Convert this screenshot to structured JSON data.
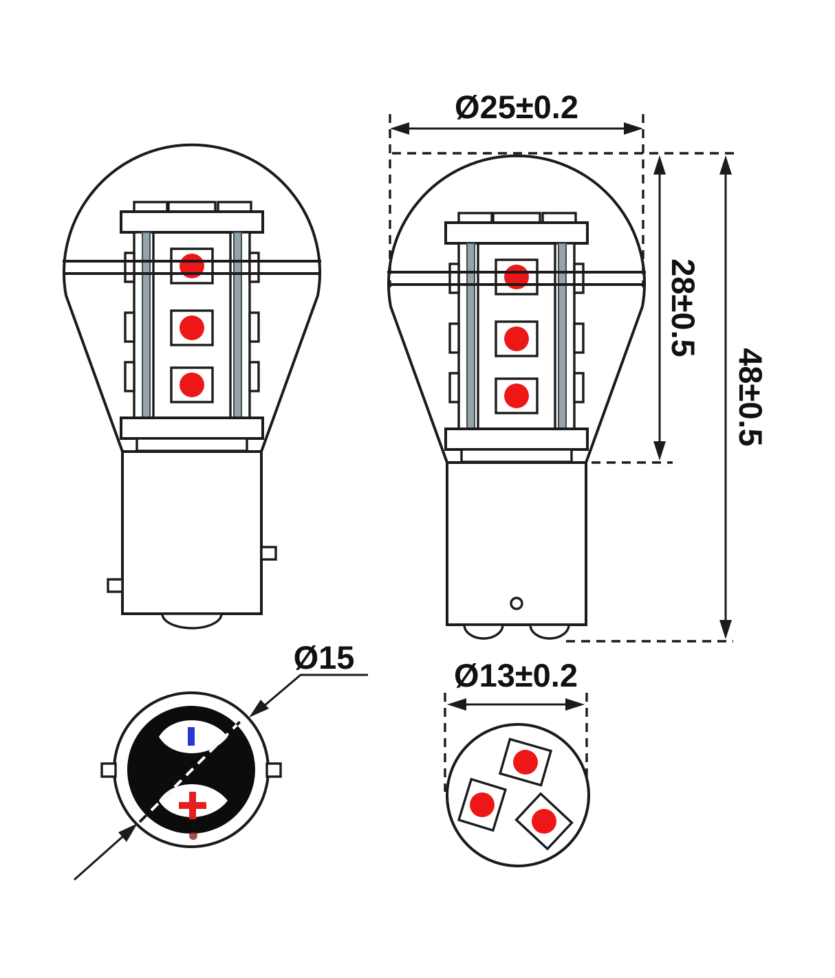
{
  "labels": {
    "bulb_diameter": "Ø25±0.2",
    "glass_height": "28±0.5",
    "overall_height": "48±0.5",
    "base_diameter": "Ø15",
    "head_diameter": "Ø13±0.2"
  },
  "polarity": {
    "positive": "+",
    "negative": "-"
  },
  "colors": {
    "led_red": "#ee1717",
    "polarity_plus_red": "#e32020",
    "polarity_minus_blue": "#2b35cf",
    "pcb_rail_gray": "#95a3aa",
    "line_black": "#1b1b1b",
    "base_end_fill": "#0c0c0c",
    "background": "#ffffff"
  },
  "structure": {
    "side_views": 2,
    "front_facing_leds_per_view": 3,
    "top_facing_leds_per_view": 3,
    "side_tabs_per_column_side": 3,
    "bayonet_pins_front_view": 2,
    "bottom_contacts_front_view": 1,
    "bottom_contacts_side_view": 2,
    "head_end_leds": 3
  }
}
